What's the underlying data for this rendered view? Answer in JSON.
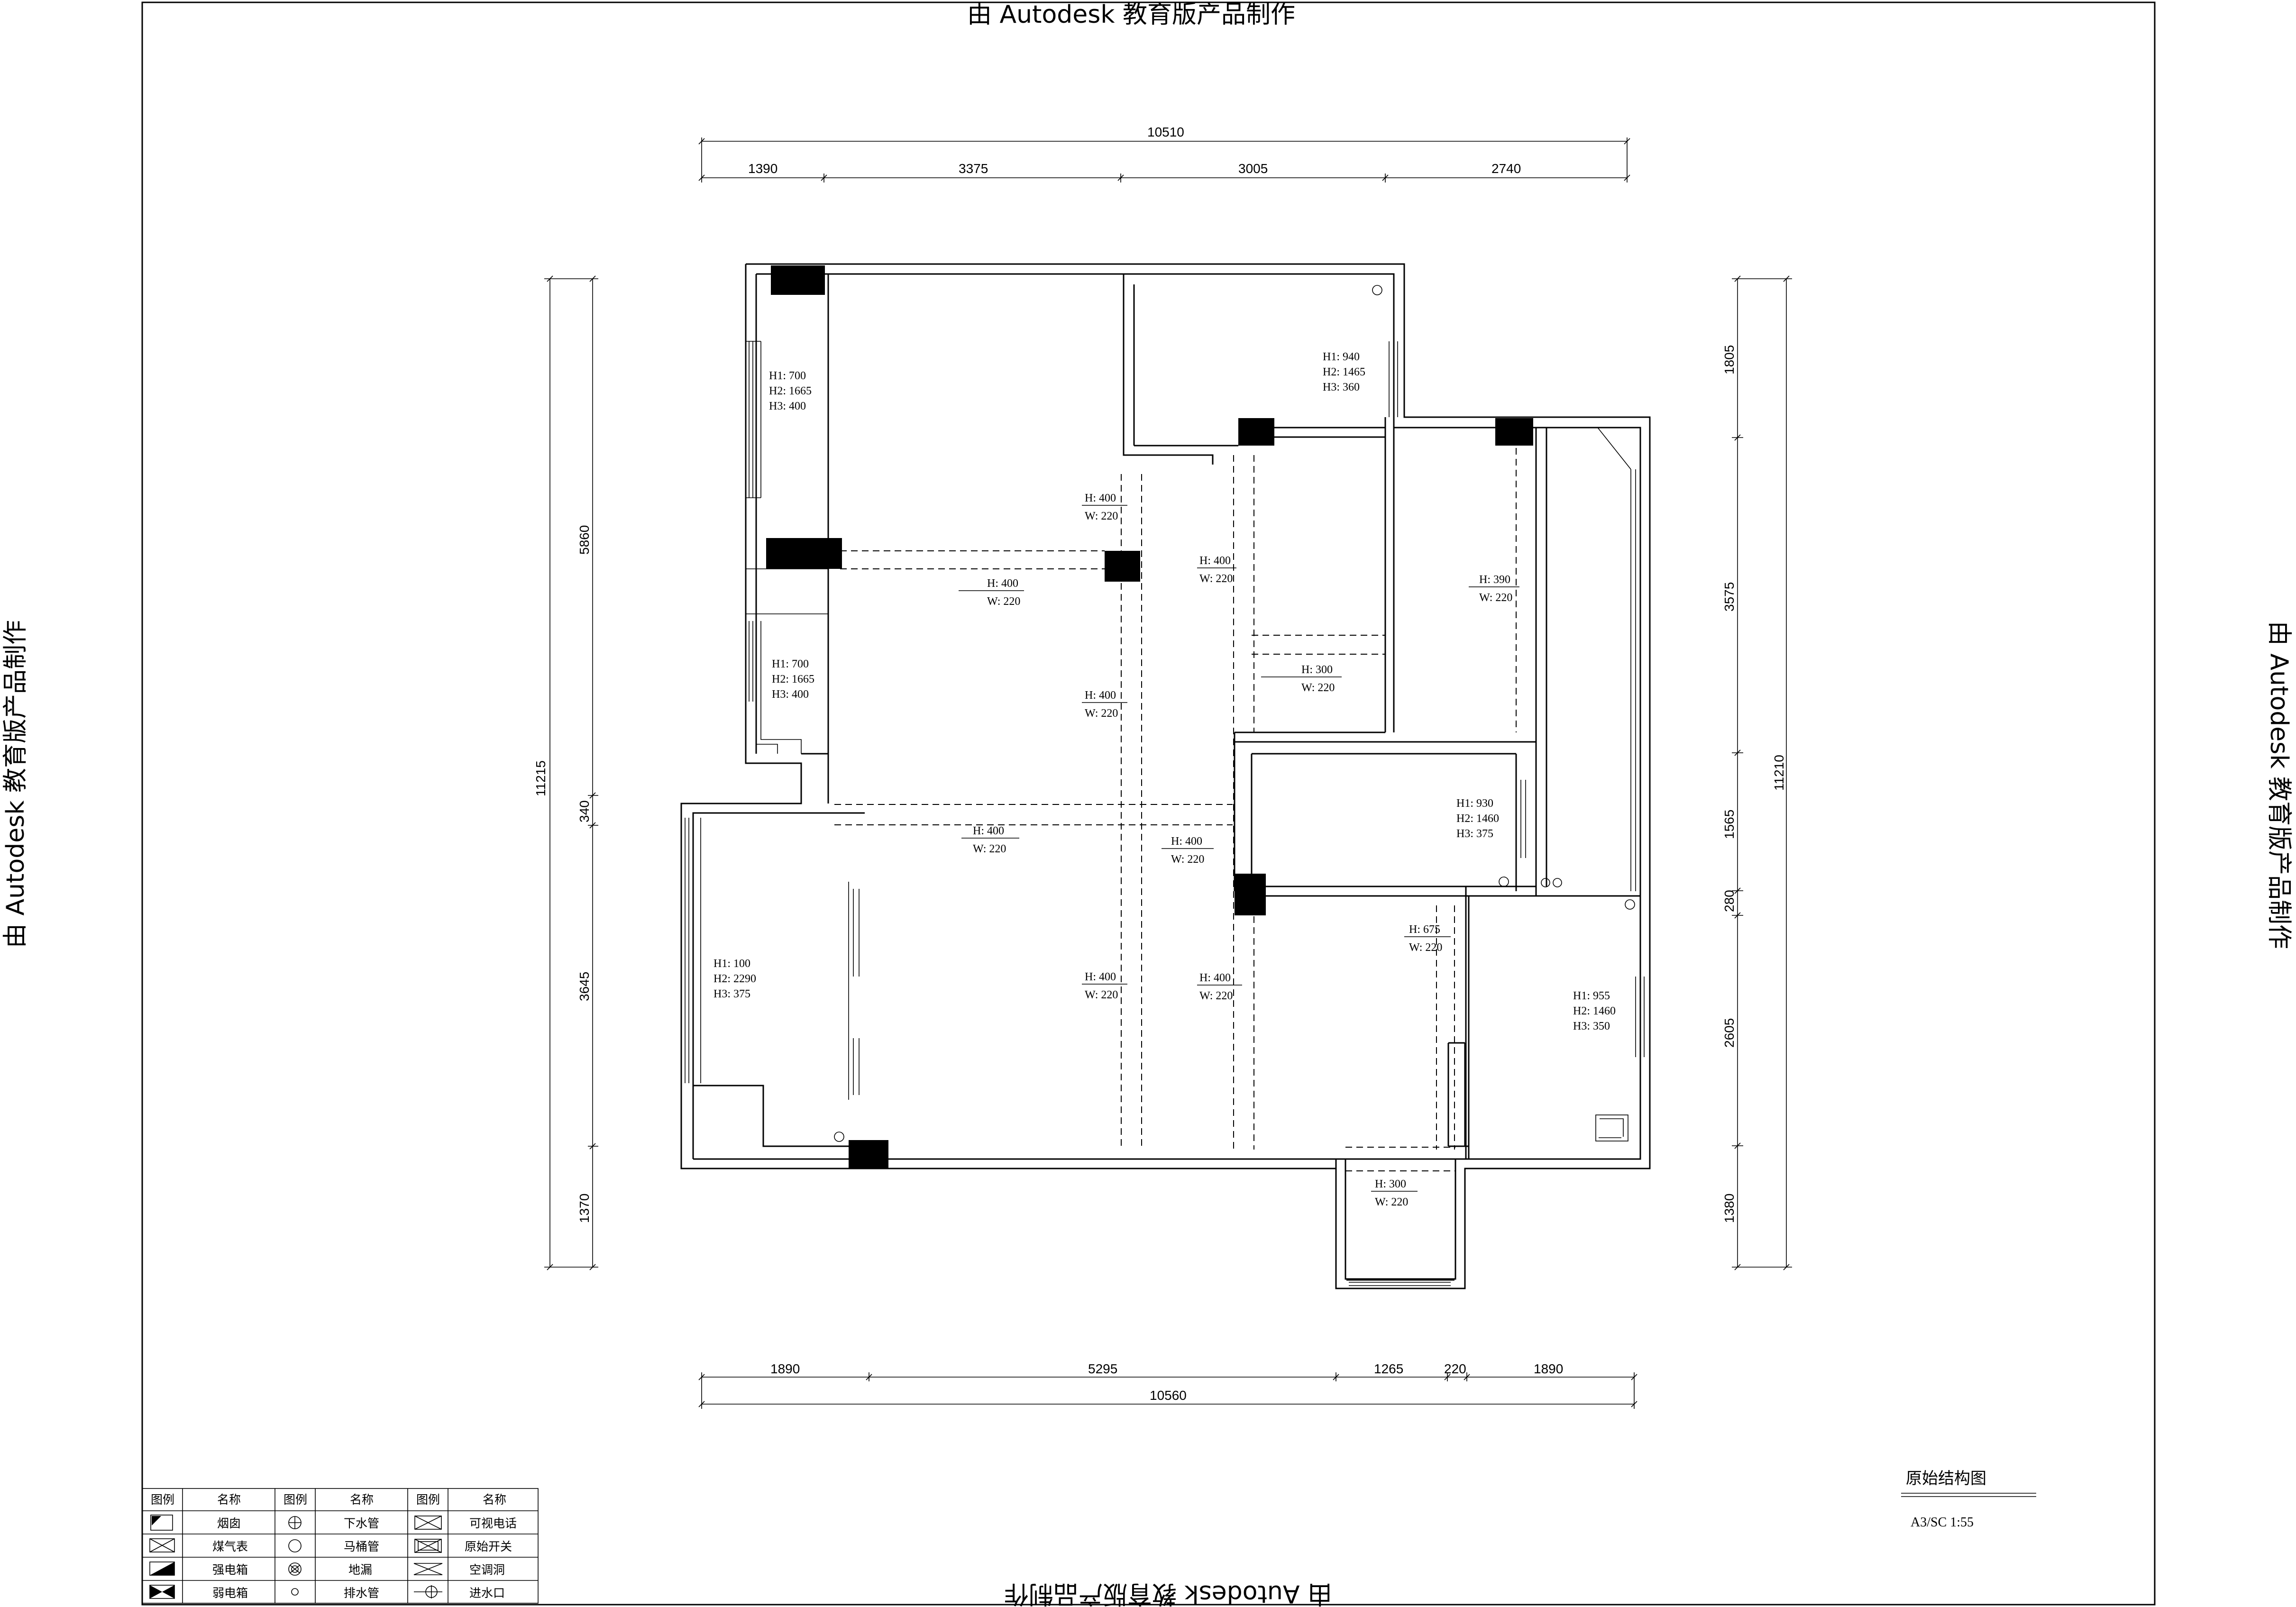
{
  "watermark": {
    "text": "由 Autodesk 教育版产品制作"
  },
  "dims": {
    "top_total": "10510",
    "top": [
      "1390",
      "3375",
      "3005",
      "2740"
    ],
    "bottom_total": "10560",
    "bottom": [
      "1890",
      "5295",
      "1265",
      "220",
      "1890"
    ],
    "left_total": "11215",
    "left": [
      "5860",
      "340",
      "3645",
      "1370"
    ],
    "right_total": "11210",
    "right": [
      "1805",
      "3575",
      "1565",
      "280",
      "2605",
      "1380"
    ]
  },
  "annotations": {
    "win_left_upper": [
      "H1: 700",
      "H2: 1665",
      "H3: 400"
    ],
    "win_left_mid": [
      "H1: 700",
      "H2: 1665",
      "H3: 400"
    ],
    "win_top_right": [
      "H1: 940",
      "H2: 1465",
      "H3: 360"
    ],
    "win_balcony": [
      "H1: 100",
      "H2: 2290",
      "H3: 375"
    ],
    "win_center": [
      "H1: 930",
      "H2: 1460",
      "H3: 375"
    ],
    "win_right_lower": [
      "H1: 955",
      "H2: 1460",
      "H3: 350"
    ],
    "beams": [
      [
        "H: 400",
        "W: 220"
      ],
      [
        "H: 400",
        "W: 220"
      ],
      [
        "H: 400",
        "W: 220"
      ],
      [
        "H: 390",
        "W: 220"
      ],
      [
        "H: 300",
        "W: 220"
      ],
      [
        "H: 400",
        "W: 220"
      ],
      [
        "H: 400",
        "W: 220"
      ],
      [
        "H: 400",
        "W: 220"
      ],
      [
        "H: 400",
        "W: 220"
      ],
      [
        "H: 400",
        "W: 220"
      ],
      [
        "H: 675",
        "W: 220"
      ],
      [
        "H: 300",
        "W: 220"
      ]
    ]
  },
  "legend": {
    "headers": [
      "图例",
      "名称",
      "图例",
      "名称",
      "图例",
      "名称"
    ],
    "rows": [
      [
        {
          "icon": "chimney-icon",
          "name": "烟囱"
        },
        {
          "icon": "downpipe-icon",
          "name": "下水管"
        },
        {
          "icon": "video-phone-icon",
          "name": "可视电话"
        }
      ],
      [
        {
          "icon": "gas-meter-icon",
          "name": "煤气表"
        },
        {
          "icon": "toilet-pipe-icon",
          "name": "马桶管"
        },
        {
          "icon": "original-switch-icon",
          "name": "原始开关"
        }
      ],
      [
        {
          "icon": "power-box-icon",
          "name": "强电箱"
        },
        {
          "icon": "floor-drain-icon",
          "name": "地漏"
        },
        {
          "icon": "ac-hole-icon",
          "name": "空调洞"
        }
      ],
      [
        {
          "icon": "weak-box-icon",
          "name": "弱电箱"
        },
        {
          "icon": "drain-pipe-icon",
          "name": "排水管"
        },
        {
          "icon": "water-inlet-icon",
          "name": "进水口"
        }
      ]
    ]
  },
  "title_block": {
    "title": "原始结构图",
    "scale": "A3/SC 1:55"
  }
}
